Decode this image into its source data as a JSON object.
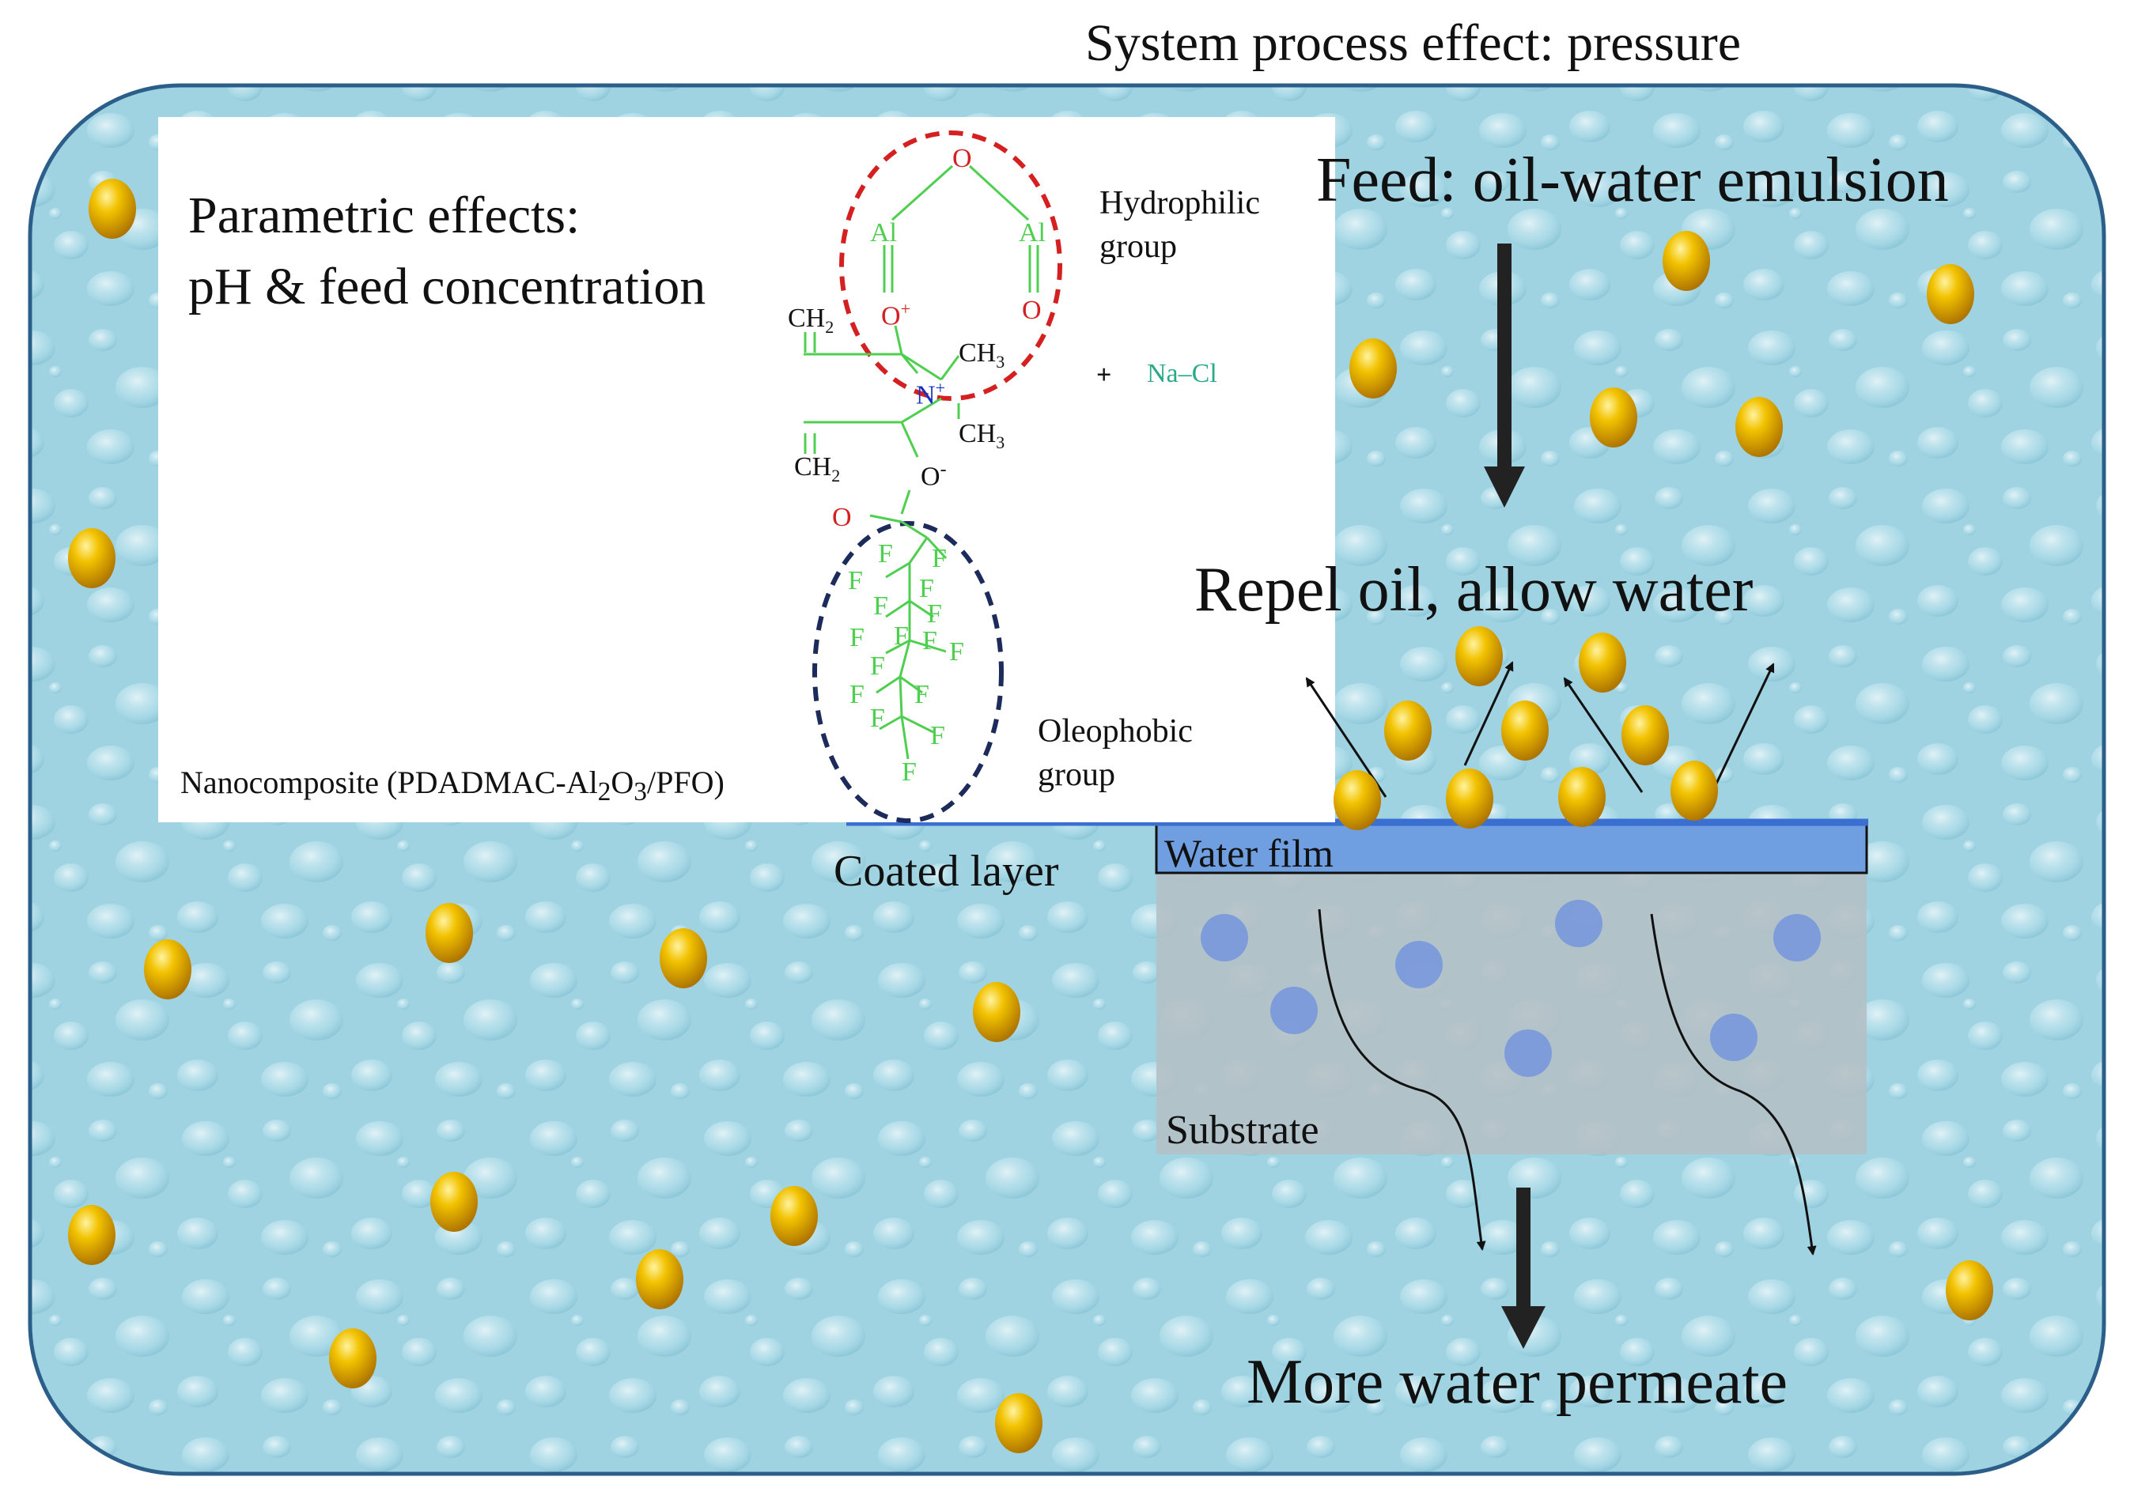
{
  "title": "System process effect: pressure",
  "feed": "Feed: oil-water emulsion",
  "repel": "Repel oil, allow water",
  "permeate": "More water permeate",
  "parametric": {
    "line1": "Parametric effects:",
    "line2": "pH & feed concentration"
  },
  "coated_layer": "Coated layer",
  "water_film": "Water film",
  "substrate": "Substrate",
  "hydrophilic": "Hydrophilic group",
  "oleophobic": "Oleophobic group",
  "nanocomposite": {
    "prefix": "Nanocomposite (PDADMAC-Al",
    "sub1": "2",
    "mid": "O",
    "sub2": "3",
    "suffix": "/PFO)"
  },
  "chem": {
    "O_top": "O",
    "Al_left": "Al",
    "Al_right": "Al",
    "O_eq_left": "O",
    "O_eq_right": "O",
    "plus": "+",
    "CH2_top": "CH",
    "sub2": "2",
    "CH3_top": "CH",
    "sub3": "3",
    "N": "N",
    "CH3_bottom": "CH",
    "CH2_bottom": "CH",
    "O_minus": "O",
    "minus": "-",
    "O_carbonyl": "O",
    "plus_sign": "+",
    "NaCl": "Na–Cl",
    "F": "F"
  },
  "colors": {
    "background": "#9fd3e2",
    "oil_droplet": "#e0a800",
    "hydrophilic_circle": "#d42020",
    "oleophobic_circle": "#1c2b5a",
    "chem_bonds": "#4fcf4f",
    "membrane_line": "#3a6fd1",
    "water_film": "#6f9fe0",
    "substrate": "#b4bfc4",
    "pores": "#6d8fe0"
  }
}
